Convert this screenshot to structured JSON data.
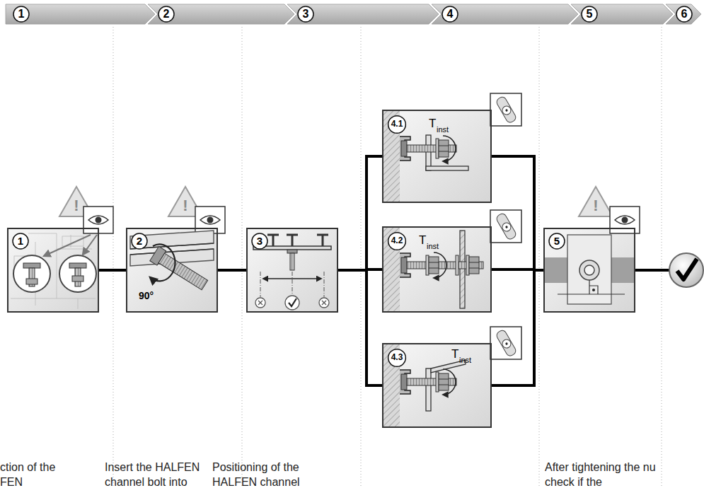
{
  "diagram": {
    "nodes": [
      {
        "text": [
          "1"
        ]
      },
      {
        "text": [
          "2"
        ]
      },
      {
        "text": [
          "3"
        ]
      },
      {
        "text": [
          "4"
        ]
      },
      {
        "text": [
          "5"
        ]
      },
      {
        "text": [
          "6"
        ]
      },
      {
        "text": [
          "1"
        ]
      },
      {
        "text": [
          "2",
          "90°"
        ]
      },
      {
        "text": [
          "3"
        ]
      },
      {
        "text": [
          "4.1",
          "T",
          "inst"
        ]
      },
      {
        "text": [
          "4.2",
          "T",
          "inst"
        ]
      },
      {
        "text": [
          "4.3",
          "T",
          "inst"
        ]
      },
      {
        "text": [
          "5"
        ]
      }
    ],
    "edges": [
      {
        "from": 6,
        "to": 7,
        "arrow": "none"
      },
      {
        "from": 7,
        "to": 8,
        "arrow": "none"
      },
      {
        "from": 8,
        "to": 9,
        "arrow": "none"
      },
      {
        "from": 8,
        "to": 10,
        "arrow": "none"
      },
      {
        "from": 8,
        "to": 11,
        "arrow": "none"
      },
      {
        "from": 9,
        "to": 12,
        "arrow": "none"
      },
      {
        "from": 10,
        "to": 12,
        "arrow": "none"
      },
      {
        "from": 11,
        "to": 12,
        "arrow": "none"
      }
    ],
    "labels": [
      "!",
      "!",
      "!",
      "ction of the",
      "FEN",
      "Insert the HALFEN",
      "channel bolt into",
      "Positioning of the",
      "HALFEN channel",
      "After tightening the nu",
      "check if the"
    ]
  }
}
